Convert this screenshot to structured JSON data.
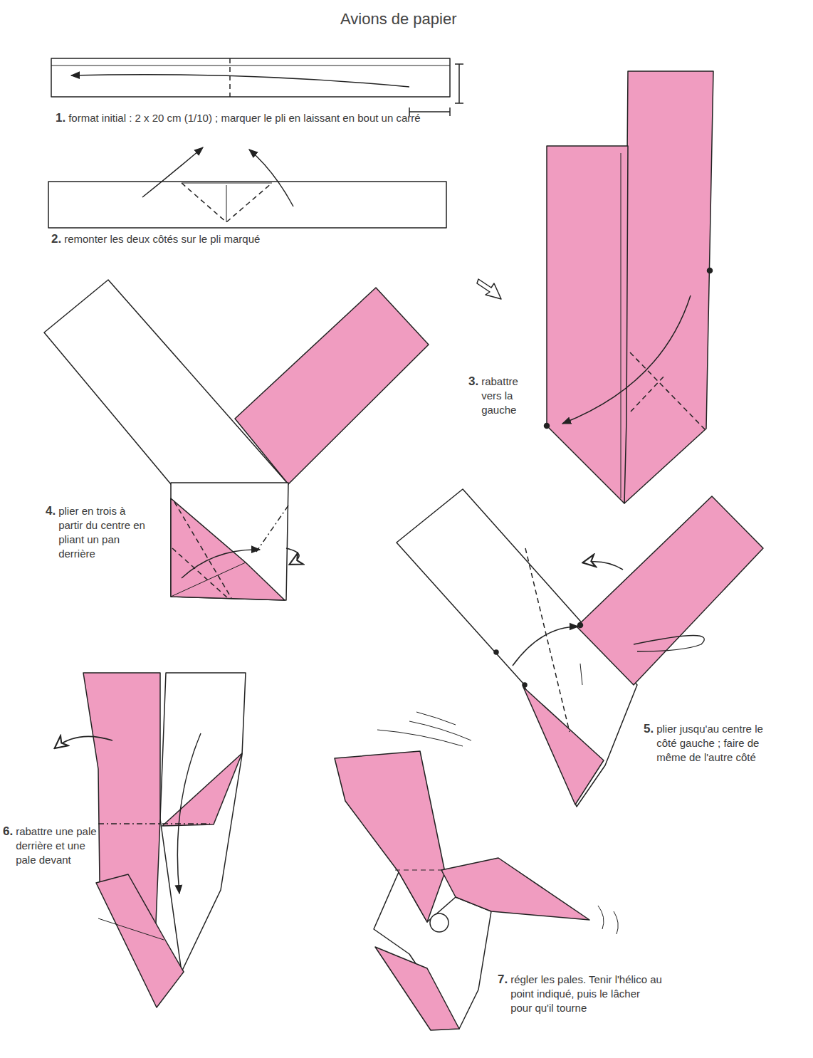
{
  "diagram": {
    "title": "Avions de papier",
    "labels": [
      "1.",
      "format initial : 2 x 20 cm (1/10) ; marquer le pli en laissant en bout un carré",
      "2.",
      "remonter les deux côtés sur le pli marqué",
      "3.",
      "rabattre vers la gauche",
      "4.",
      "plier en trois à partir du centre en pliant un pan derrière",
      "5.",
      "plier jusqu'au centre le côté gauche ; faire de même de l'autre côté",
      "6.",
      "rabattre une pale derrière et une pale devant",
      "7.",
      "régler les pales. Tenir l'hélico au point indiqué, puis le lâcher pour qu'il tourne"
    ]
  }
}
